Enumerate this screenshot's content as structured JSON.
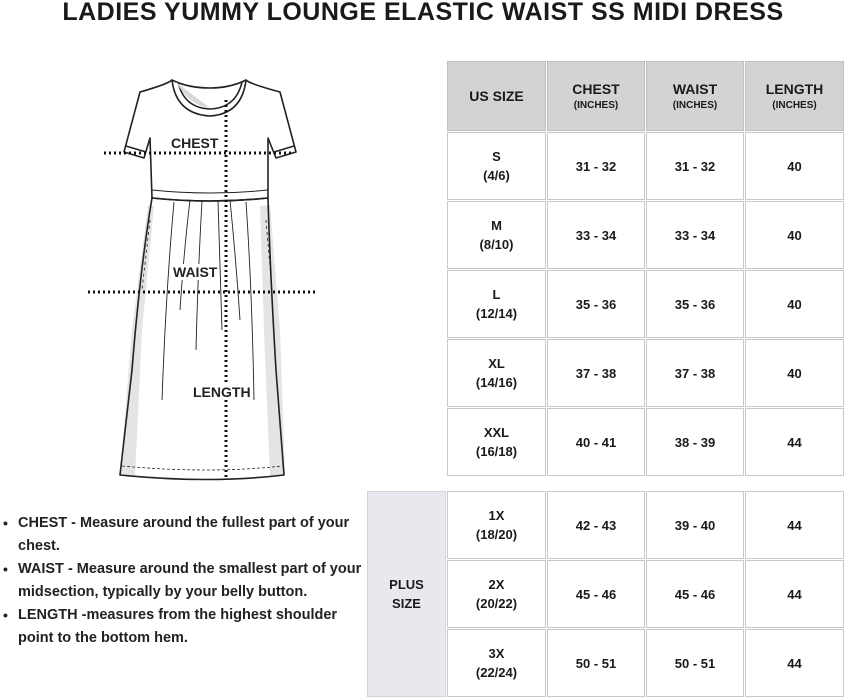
{
  "title": "LADIES YUMMY LOUNGE ELASTIC WAIST SS MIDI DRESS",
  "diagram": {
    "chest_label": "CHEST",
    "waist_label": "WAIST",
    "length_label": "LENGTH"
  },
  "table": {
    "headers": [
      {
        "main": "US SIZE",
        "unit": ""
      },
      {
        "main": "CHEST",
        "unit": "(INCHES)"
      },
      {
        "main": "WAIST",
        "unit": "(INCHES)"
      },
      {
        "main": "LENGTH",
        "unit": "(INCHES)"
      }
    ],
    "plus_label_1": "PLUS",
    "plus_label_2": "SIZE",
    "rows": [
      {
        "size": "S",
        "us": "(4/6)",
        "chest": "31 - 32",
        "waist": "31 - 32",
        "length": "40"
      },
      {
        "size": "M",
        "us": "(8/10)",
        "chest": "33 - 34",
        "waist": "33 - 34",
        "length": "40"
      },
      {
        "size": "L",
        "us": "(12/14)",
        "chest": "35 - 36",
        "waist": "35 - 36",
        "length": "40"
      },
      {
        "size": "XL",
        "us": "(14/16)",
        "chest": "37 - 38",
        "waist": "37 - 38",
        "length": "40"
      },
      {
        "size": "XXL",
        "us": "(16/18)",
        "chest": "40 - 41",
        "waist": "38 - 39",
        "length": "44"
      },
      {
        "size": "1X",
        "us": "(18/20)",
        "chest": "42 - 43",
        "waist": "39 - 40",
        "length": "44"
      },
      {
        "size": "2X",
        "us": "(20/22)",
        "chest": "45 - 46",
        "waist": "45 - 46",
        "length": "44"
      },
      {
        "size": "3X",
        "us": "(22/24)",
        "chest": "50 - 51",
        "waist": "50 - 51",
        "length": "44"
      }
    ]
  },
  "notes": [
    "CHEST - Measure around the fullest part of your chest.",
    " WAIST - Measure around the smallest part of your midsection, typically by your belly button.",
    "LENGTH -measures from the highest shoulder point to the bottom hem."
  ]
}
